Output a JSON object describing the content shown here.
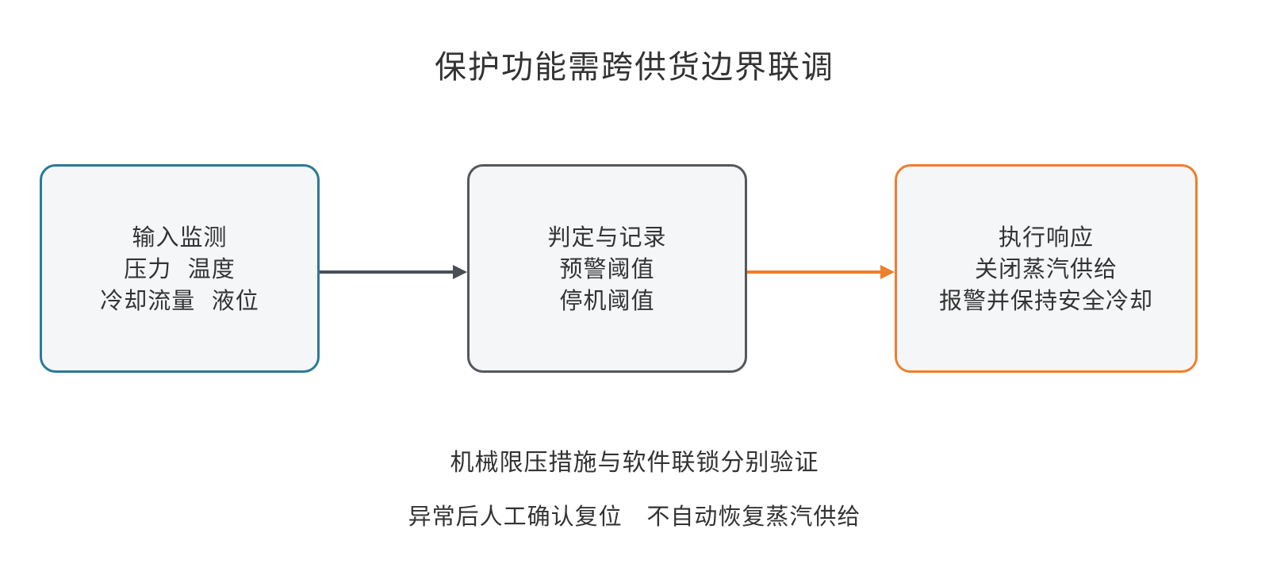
{
  "title": "保护功能需跨供货边界联调",
  "colors": {
    "input_border": "#2a7a96",
    "judge_border": "#54575c",
    "exec_border": "#ee7f2d",
    "arrow_dark": "#4a4e55",
    "arrow_orange": "#ee7f2d",
    "box_fill": "#f4f6f8"
  },
  "nodes": [
    {
      "id": "input",
      "lines": [
        "输入监测",
        "压力  温度",
        "冷却流量  液位"
      ]
    },
    {
      "id": "judge",
      "lines": [
        "判定与记录",
        "预警阈值",
        "停机阈值"
      ]
    },
    {
      "id": "exec",
      "lines": [
        "执行响应",
        "关闭蒸汽供给",
        "报警并保持安全冷却"
      ]
    }
  ],
  "edges": [
    {
      "from": "input",
      "to": "judge",
      "color_key": "arrow_dark"
    },
    {
      "from": "judge",
      "to": "exec",
      "color_key": "arrow_orange"
    }
  ],
  "notes": [
    "机械限压措施与软件联锁分别验证",
    "异常后人工确认复位   不自动恢复蒸汽供给"
  ]
}
